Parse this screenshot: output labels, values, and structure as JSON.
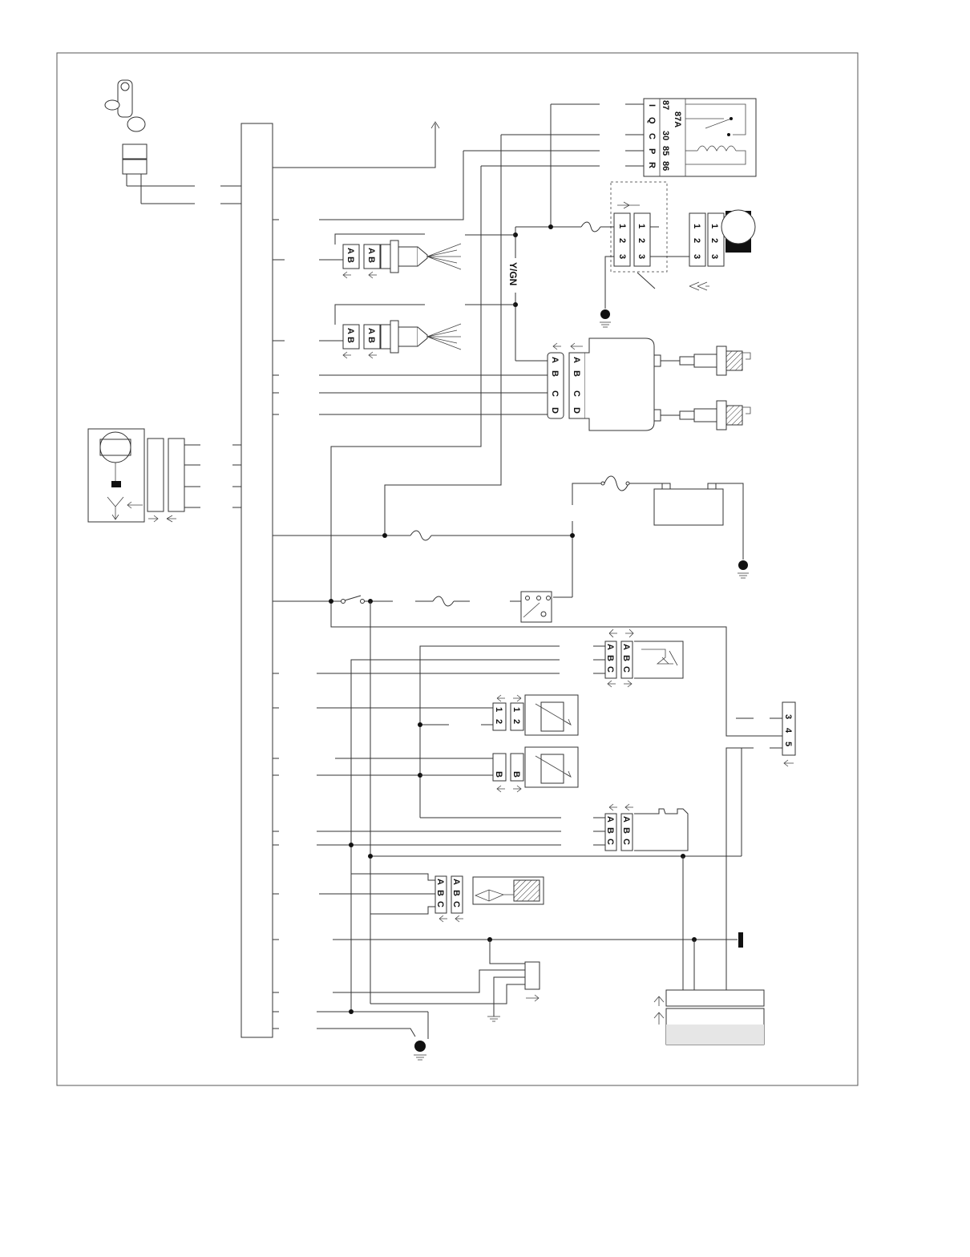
{
  "wire_labels": {
    "y_gn": "Y/GN"
  },
  "relay": {
    "pins_left": [
      "I",
      "Q",
      "C",
      "P",
      "R"
    ],
    "pins_right": [
      "87",
      "30",
      "85",
      "86"
    ],
    "pin_87a": "87A"
  },
  "pump_connector": {
    "pins": [
      "1",
      "2",
      "3"
    ]
  },
  "sensor_connector": {
    "pins": [
      "A",
      "B"
    ]
  },
  "coil_connector": {
    "pins": [
      "A",
      "B",
      "C",
      "D"
    ]
  },
  "three_pin": {
    "pins": [
      "A",
      "B",
      "C"
    ]
  },
  "two_pin": {
    "pins": [
      "1",
      "2"
    ]
  },
  "single_pin": {
    "pin": "B"
  },
  "end_connector": {
    "pins": [
      "3",
      "4",
      "5"
    ]
  }
}
